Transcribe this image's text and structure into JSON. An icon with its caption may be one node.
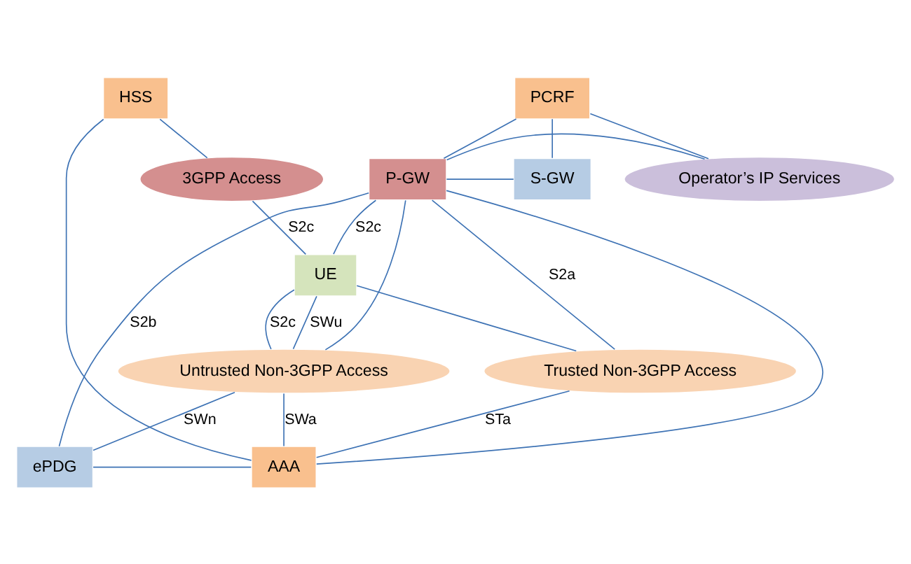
{
  "diagram": {
    "nodes": [
      {
        "text": [
          "HSS"
        ]
      },
      {
        "text": [
          "PCRF"
        ]
      },
      {
        "text": [
          "3GPP Access"
        ]
      },
      {
        "text": [
          "S-GW"
        ]
      },
      {
        "text": [
          "P-GW"
        ]
      },
      {
        "text": [
          "Operator’s IP Services"
        ]
      },
      {
        "text": [
          "ePDG"
        ]
      },
      {
        "text": [
          "AAA"
        ]
      },
      {
        "text": [
          "Trusted Non-3GPP Access"
        ]
      },
      {
        "text": [
          "Untrusted Non-3GPP Access"
        ]
      },
      {
        "text": [
          "UE"
        ]
      }
    ],
    "edges": [
      {
        "from": 0,
        "to": 2,
        "arrow": "none"
      },
      {
        "from": 0,
        "to": 7,
        "arrow": "none"
      },
      {
        "from": 1,
        "to": 3,
        "arrow": "none"
      },
      {
        "from": 1,
        "to": 4,
        "arrow": "none"
      },
      {
        "from": 1,
        "to": 5,
        "arrow": "none"
      },
      {
        "from": 3,
        "to": 4,
        "arrow": "none"
      },
      {
        "from": 4,
        "to": 5,
        "arrow": "none"
      },
      {
        "from": 4,
        "to": 7,
        "arrow": "none"
      },
      {
        "from": 4,
        "to": 6,
        "label": "S2b",
        "arrow": "none"
      },
      {
        "from": 4,
        "to": 9,
        "arrow": "none"
      },
      {
        "from": 4,
        "to": 8,
        "label": "S2a",
        "arrow": "none"
      },
      {
        "from": 4,
        "to": 10,
        "label": "S2c",
        "arrow": "none"
      },
      {
        "from": 6,
        "to": 7,
        "arrow": "none"
      },
      {
        "from": 6,
        "to": 9,
        "label": "SWn",
        "arrow": "none"
      },
      {
        "from": 2,
        "to": 10,
        "label": "S2c",
        "arrow": "none"
      },
      {
        "from": 8,
        "to": 10,
        "arrow": "none"
      },
      {
        "from": 9,
        "to": 10,
        "label": "S2c",
        "arrow": "none"
      },
      {
        "from": 9,
        "to": 7,
        "label": "SWa",
        "arrow": "none"
      },
      {
        "from": 8,
        "to": 7,
        "label": "STa",
        "arrow": "none"
      },
      {
        "from": 10,
        "to": 9,
        "label": "SWu",
        "arrow": "none"
      }
    ]
  }
}
